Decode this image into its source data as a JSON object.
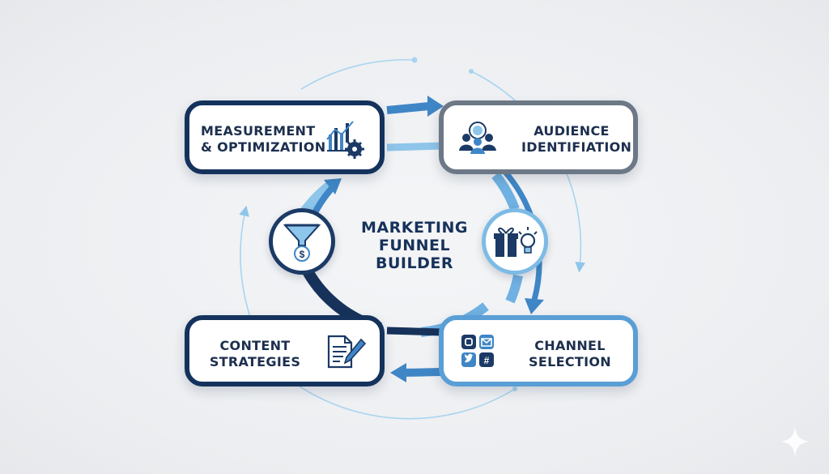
{
  "diagram": {
    "center_title": [
      "MARKETING",
      "FUNNEL",
      "BUILDER"
    ],
    "stages": [
      {
        "id": "measurement",
        "lines": [
          "MEASUREMENT",
          "& OPTIMIZATION"
        ],
        "icon": "chart-gear-icon",
        "border_color": "#14325c"
      },
      {
        "id": "audience",
        "lines": [
          "AUDIENCE",
          "IDENTIFIATION"
        ],
        "icon": "audience-group-icon",
        "border_color": "#6d7887"
      },
      {
        "id": "channel",
        "lines": [
          "CHANNEL",
          "SELECTION"
        ],
        "icon": "social-channels-icon",
        "border_color": "#5a9ed6"
      },
      {
        "id": "content",
        "lines": [
          "CONTENT",
          "STRATEGIES"
        ],
        "icon": "document-pen-icon",
        "border_color": "#14325c"
      }
    ],
    "nodes": [
      {
        "id": "funnel",
        "icon": "funnel-dollar-icon"
      },
      {
        "id": "gift",
        "icon": "gift-lightbulb-icon"
      }
    ],
    "colors": {
      "navy": "#14325c",
      "mid_blue": "#3f86c6",
      "light_blue": "#8ec5ea",
      "gray": "#6d7887"
    }
  }
}
